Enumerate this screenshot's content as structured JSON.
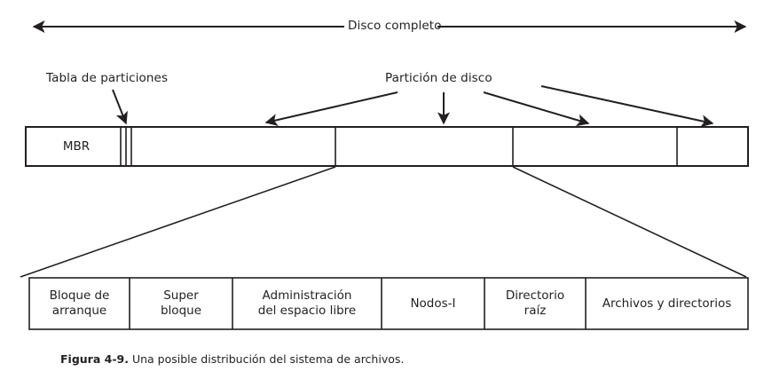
{
  "figure": {
    "top_axis_label": "Disco completo",
    "annotations": [
      {
        "name": "partition-table",
        "text": "Tabla de particiones"
      },
      {
        "name": "disk-partition",
        "text": "Partición de disco"
      }
    ],
    "disk_bar": {
      "mbr_label": "MBR",
      "segments": [
        "MBR",
        "partition-table-stripes",
        "partition-1",
        "partition-2",
        "partition-3",
        "partition-4"
      ]
    },
    "filesystem_layout": {
      "cells": [
        {
          "name": "boot-block",
          "line1": "Bloque de",
          "line2": "arranque"
        },
        {
          "name": "super-block",
          "line1": "Super",
          "line2": "bloque"
        },
        {
          "name": "free-space-mgmt",
          "line1": "Administración",
          "line2": "del espacio libre"
        },
        {
          "name": "i-nodes",
          "line1": "Nodos-I",
          "line2": ""
        },
        {
          "name": "root-directory",
          "line1": "Directorio",
          "line2": "raíz"
        },
        {
          "name": "files-and-directories",
          "line1": "Archivos y directorios",
          "line2": ""
        }
      ]
    },
    "caption": {
      "figure_number": "Figura 4-9.",
      "text": "Una posible distribución del sistema de archivos."
    },
    "colors": {
      "line": "#231f20",
      "text": "#231f20",
      "background": "#ffffff"
    }
  }
}
